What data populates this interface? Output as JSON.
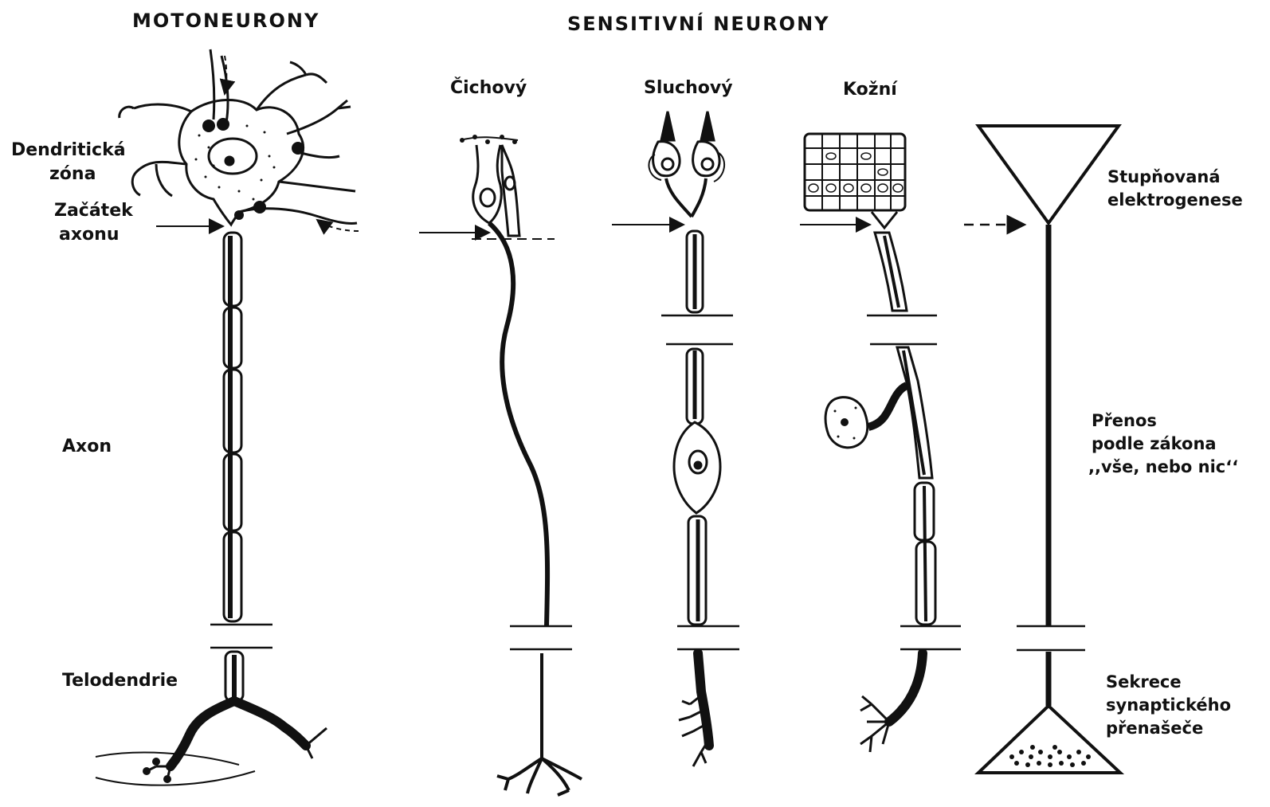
{
  "headings": {
    "motor": "MOTONEURONY",
    "sensory": "SENSITIVNÍ NEURONY"
  },
  "columns": {
    "olfactory": "Čichový",
    "auditory": "Sluchový",
    "cutaneous": "Kožní"
  },
  "left_labels": {
    "dendritic_zone": [
      "Dendritická",
      "zóna"
    ],
    "axon_start": [
      "Začátek",
      "axonu"
    ],
    "axon": "Axon",
    "telodendria": "Telodendrie"
  },
  "right_labels": {
    "graded": [
      "Stupňovaná",
      "elektrogenese"
    ],
    "transmission": [
      "Přenos",
      "podle zákona",
      ",,vše, nebo nic‘‘"
    ],
    "secretion": [
      "Sekrece",
      "synaptického",
      "přenašeče"
    ]
  }
}
